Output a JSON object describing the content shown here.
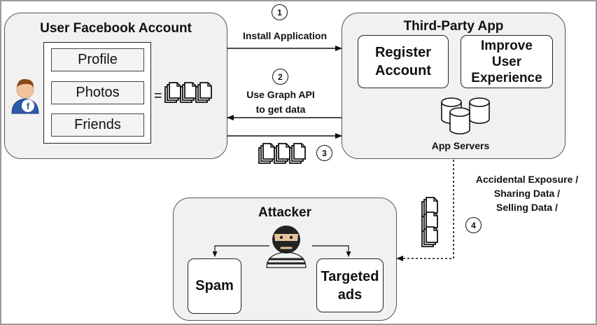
{
  "user_panel": {
    "title": "User Facebook Account",
    "fields": [
      "Profile",
      "Photos",
      "Friends"
    ],
    "equals_sign": "=",
    "avatar_icon": "facebook-user-icon"
  },
  "app_panel": {
    "title": "Third-Party App",
    "box_register": "Register Account",
    "box_improve": "Improve User Experience",
    "servers_label": "App Servers",
    "servers_icon": "database-icon"
  },
  "flows": {
    "step1": {
      "number": "1",
      "label": "Install Application"
    },
    "step2": {
      "number": "2",
      "label_line1": "Use Graph API",
      "label_line2": "to get data"
    },
    "step3": {
      "number": "3"
    },
    "step4": {
      "number": "4",
      "label_line1": "Accidental Exposure /",
      "label_line2": "Sharing Data /",
      "label_line3": "Selling Data /"
    }
  },
  "attacker_panel": {
    "title": "Attacker",
    "attacker_icon": "masked-attacker-icon",
    "box_spam": "Spam",
    "box_ads": "Targeted ads"
  }
}
